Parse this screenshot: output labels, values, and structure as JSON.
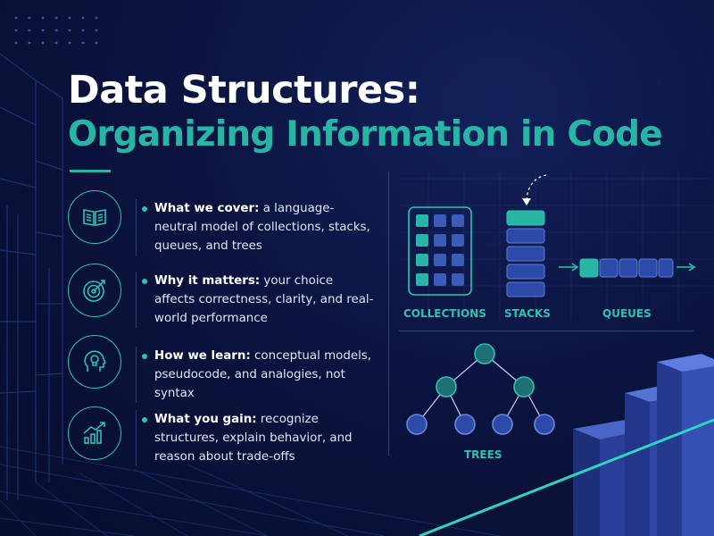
{
  "title": {
    "line1": "Data Structures:",
    "line2": "Organizing Information in Code"
  },
  "points": [
    {
      "icon": "book-icon",
      "heading": "What we cover:",
      "text": "a language-neutral model of collections, stacks, queues, and trees"
    },
    {
      "icon": "target-icon",
      "heading": "Why it matters:",
      "text": "your choice affects correctness, clarity, and real-world performance"
    },
    {
      "icon": "lightbulb-head-icon",
      "heading": "How we learn:",
      "text": "conceptual models, pseudocode, and analogies, not syntax"
    },
    {
      "icon": "growth-chart-icon",
      "heading": "What you gain:",
      "text": "recognize structures, explain behavior, and reason about trade-offs"
    }
  ],
  "diagrams": {
    "collections_label": "COLLECTIONS",
    "stacks_label": "STACKS",
    "queues_label": "QUEUES",
    "trees_label": "TREES"
  },
  "colors": {
    "accent": "#27b6a6",
    "background": "#0b1440",
    "node_blue": "#3a5bb8"
  }
}
